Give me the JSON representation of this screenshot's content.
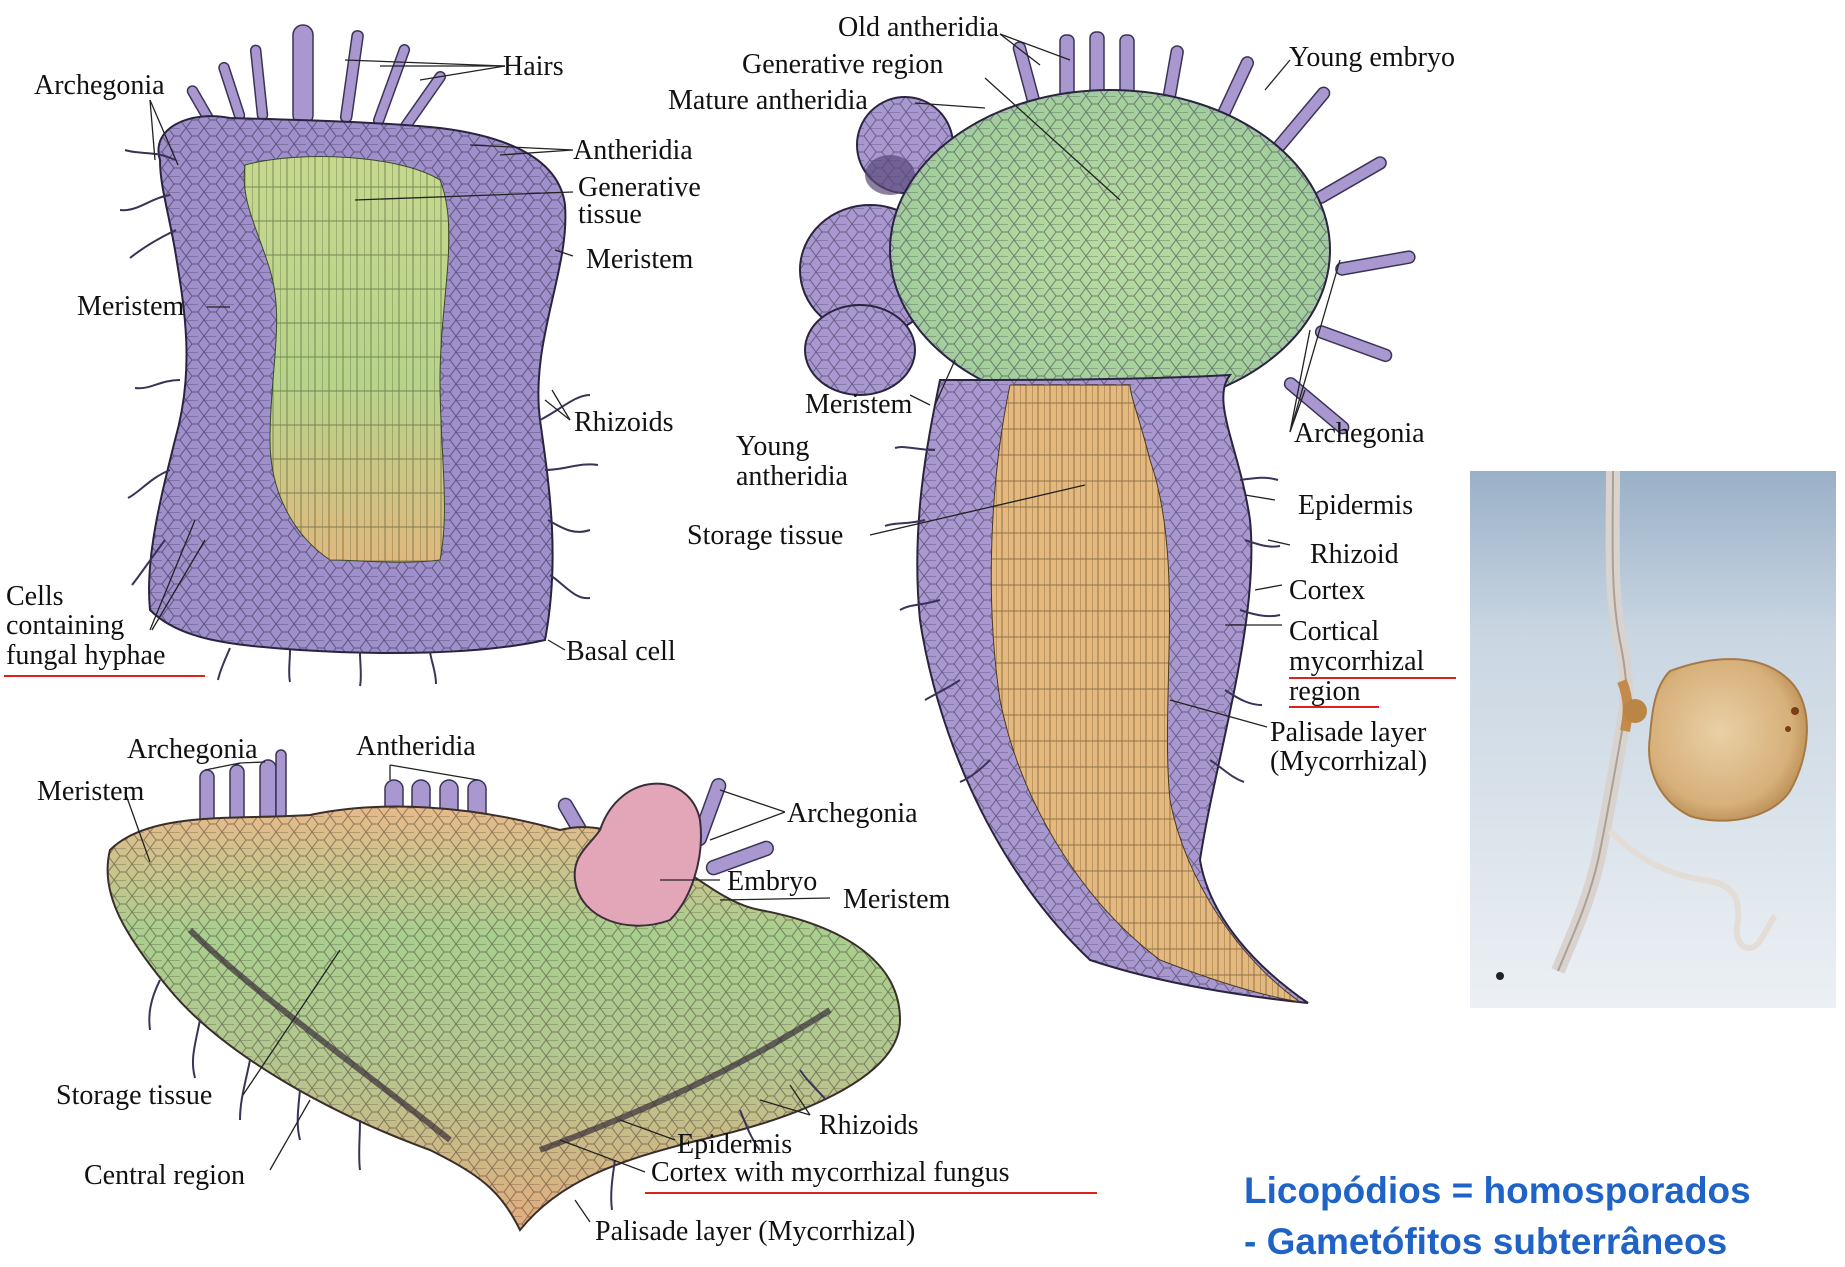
{
  "figure_a": {
    "labels": {
      "hairs": "Hairs",
      "archegonia": "Archegonia",
      "antheridia": "Antheridia",
      "generative_tissue": "Generative\ntissue",
      "meristem_right": "Meristem",
      "meristem_left": "Meristem",
      "rhizoids": "Rhizoids",
      "cells_containing": "Cells\ncontaining",
      "fungal_hyphae": "fungal hyphae",
      "basal_cell": "Basal cell"
    }
  },
  "figure_b": {
    "labels": {
      "old_antheridia": "Old antheridia",
      "generative_region": "Generative region",
      "mature_antheridia": "Mature antheridia",
      "young_embryo": "Young embryo",
      "meristem": "Meristem",
      "young_antheridia": "Young\nantheridia",
      "archegonia": "Archegonia",
      "storage_tissue": "Storage tissue",
      "epidermis": "Epidermis",
      "rhizoid": "Rhizoid",
      "cortex": "Cortex",
      "cortical_mycorrhizal_region": "Cortical\nmycorrhizal\nregion",
      "palisade_layer": "Palisade layer\n(Mycorrhizal)"
    }
  },
  "figure_c": {
    "labels": {
      "archegonia_left": "Archegonia",
      "antheridia": "Antheridia",
      "meristem_left": "Meristem",
      "archegonia_right": "Archegonia",
      "embryo": "Embryo",
      "meristem_right": "Meristem",
      "storage_tissue": "Storage tissue",
      "rhizoids": "Rhizoids",
      "epidermis": "Epidermis",
      "central_region": "Central region",
      "cortex_fungus": "Cortex with mycorrhizal fungus",
      "palisade_layer": "Palisade layer (Mycorrhizal)"
    }
  },
  "caption": {
    "line1": "Licopódios = homosporados",
    "line2": "- Gametófitos subterrâneos"
  },
  "colors": {
    "purple_tissue": "#9f8fcb",
    "green_tissue": "#a9cf8e",
    "orange_tissue": "#e5b87e",
    "pink_embryo": "#e3a6b8",
    "underline_red": "#e0201c",
    "caption_blue": "#1f63c7"
  }
}
